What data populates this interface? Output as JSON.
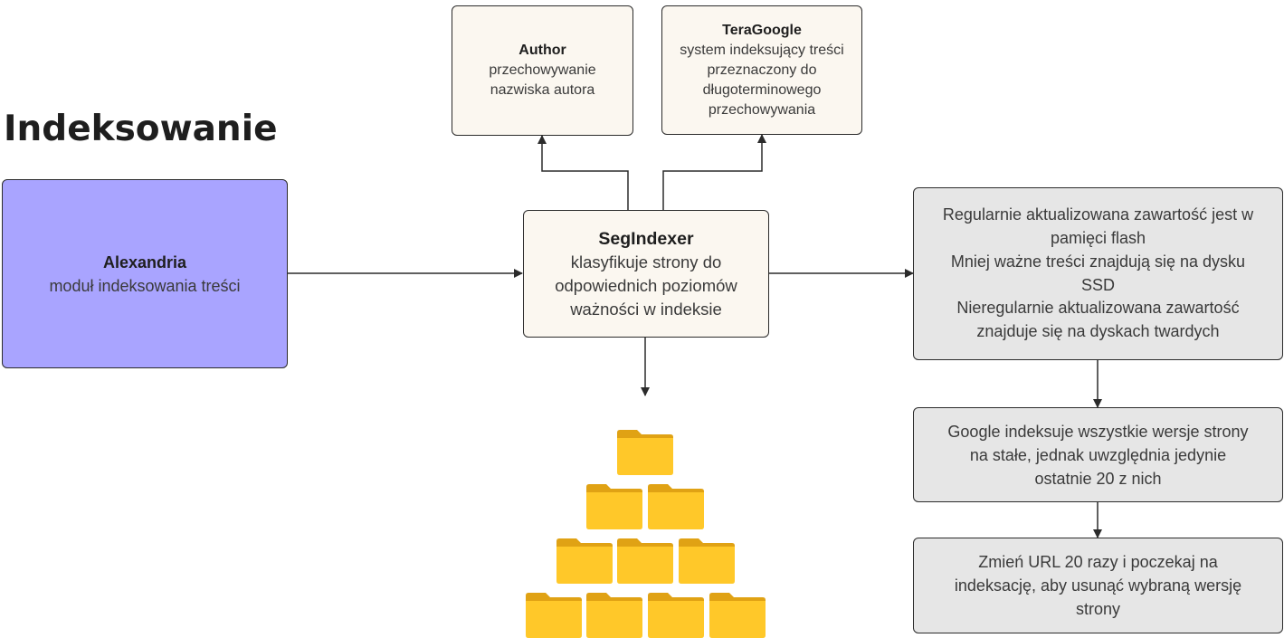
{
  "title": "Indeksowanie",
  "nodes": {
    "author": {
      "title": "Author",
      "lines": [
        "przechowywanie",
        "nazwiska autora"
      ]
    },
    "teragoogle": {
      "title": "TeraGoogle",
      "lines": [
        "system indeksujący treści",
        "przeznaczony do",
        "długoterminowego",
        "przechowywania"
      ]
    },
    "alexandria": {
      "title": "Alexandria",
      "lines": [
        "moduł indeksowania treści"
      ]
    },
    "segindexer": {
      "title": "SegIndexer",
      "lines": [
        "klasyfikuje strony do",
        "odpowiednich poziomów",
        "ważności w indeksie"
      ]
    },
    "storage": {
      "lines": [
        "Regularnie aktualizowana zawartość jest w",
        "pamięci flash",
        "Mniej ważne treści znajdują się na dysku",
        "SSD",
        "Nieregularnie aktualizowana zawartość",
        "znajduje się na dyskach twardych"
      ]
    },
    "google": {
      "lines": [
        "Google indeksuje wszystkie wersje strony",
        "na stałe, jednak uwzględnia jedynie",
        "ostatnie 20 z nich"
      ]
    },
    "url": {
      "lines": [
        "Zmień URL 20 razy i poczekaj na",
        "indeksację, aby usunąć wybraną wersję",
        "strony"
      ]
    }
  },
  "colors": {
    "purple": "#a9a4ff",
    "cream": "#fbf7f0",
    "grey": "#e6e6e6",
    "folder": "#ffc829",
    "folder_tab": "#e0a214",
    "stroke": "#2b2b2b"
  },
  "icons": [
    "folder-icon"
  ]
}
